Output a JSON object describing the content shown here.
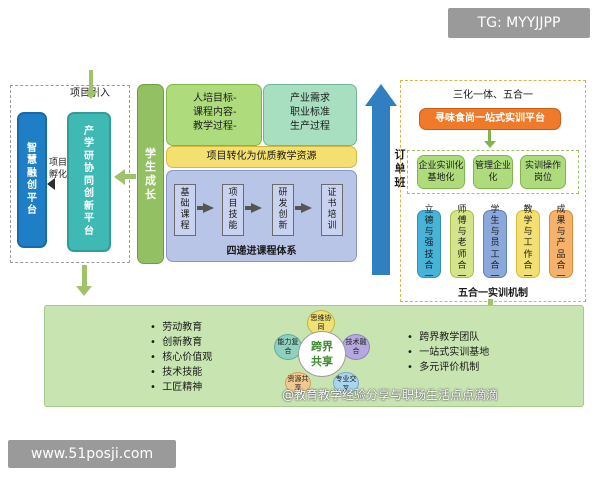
{
  "watermarks": {
    "top_right": "TG: MYYJJPP",
    "bottom_left": "www.51posji.com",
    "bottom_right": "@教育教学经验分享与职场生活点点滴滴"
  },
  "left": {
    "xiangmu_yinru": "项目引入",
    "zhihui_chuangzao": "智慧融创平台",
    "chanxueyan": "产学研协同创新平台",
    "xiangmu_fuhua": "项目孵化"
  },
  "xuesheng_chengzhang": "学生成长",
  "center": {
    "left_top_lines": [
      "人培目标-",
      "课程内容-",
      "教学过程-"
    ],
    "right_top_lines": [
      "产业需求",
      "职业标准",
      "生产过程"
    ],
    "transform_bar": "项目转化为优质教学资源",
    "steps": [
      "基础课程",
      "项目技能",
      "研发创新",
      "证书培训"
    ],
    "system_title": "四递进课程体系"
  },
  "dingdan_ban": "订单班",
  "right": {
    "header": "三化一体、五合一",
    "platform": "寻味食尚一站式实训平台",
    "three": [
      "企业实训化基地化",
      "管理企业化",
      "实训操作岗位"
    ],
    "five": [
      "立德与强技合一",
      "师傅与老师合一",
      "学生与员工合一",
      "教学与工作合一",
      "成果与产品合一"
    ],
    "footer": "五合一实训机制"
  },
  "bottom": {
    "left_list": [
      "劳动教育",
      "创新教育",
      "核心价值观",
      "技术技能",
      "工匠精神"
    ],
    "center": "跨界共享",
    "petals": [
      "思维协同",
      "技术融合",
      "能力复合",
      "专业交叉",
      "资源共享"
    ],
    "right_list": [
      "跨界教学团队",
      "一站式实训基地",
      "多元评价机制"
    ]
  }
}
